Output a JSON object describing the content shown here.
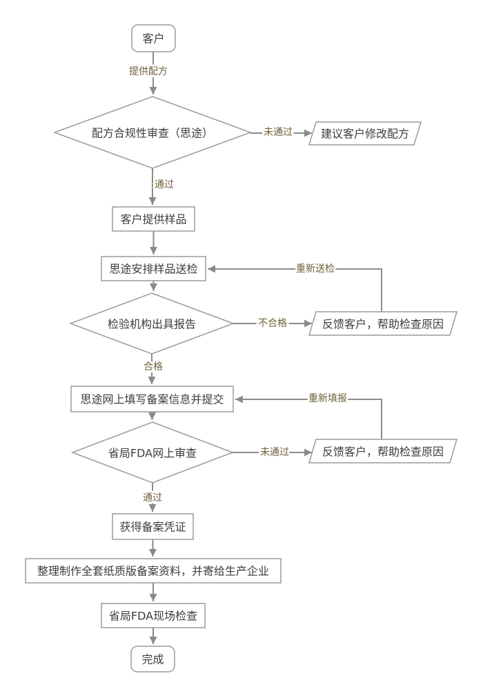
{
  "theme": {
    "background": "#ffffff",
    "shape_fill": "#ffffff",
    "shape_border": "#9a9a9a",
    "connector": "#8a8a8a",
    "node_text": "#3c3c3c",
    "edge_label_text": "#6f6039"
  },
  "flowchart": {
    "nodes": {
      "start": {
        "type": "terminator",
        "label": "客户"
      },
      "review": {
        "type": "decision",
        "label": "配方合规性审查（思途）"
      },
      "suggest": {
        "type": "io",
        "label": "建议客户修改配方"
      },
      "sample": {
        "type": "process",
        "label": "客户提供样品"
      },
      "send_inspect": {
        "type": "process",
        "label": "思途安排样品送检"
      },
      "report": {
        "type": "decision",
        "label": "检验机构出具报告"
      },
      "feedback1": {
        "type": "io",
        "label": "反馈客户，帮助检查原因"
      },
      "fill_online": {
        "type": "process",
        "label": "思途网上填写备案信息并提交"
      },
      "fda_review": {
        "type": "decision",
        "label": "省局FDA网上审查"
      },
      "feedback2": {
        "type": "io",
        "label": "反馈客户，帮助检查原因"
      },
      "certificate": {
        "type": "process",
        "label": "获得备案凭证"
      },
      "paperwork": {
        "type": "process",
        "label": "整理制作全套纸质版备案资料，并寄给生产企业"
      },
      "site_check": {
        "type": "process",
        "label": "省局FDA现场检查"
      },
      "end": {
        "type": "terminator",
        "label": "完成"
      }
    },
    "edge_labels": {
      "provide_formula": "提供配方",
      "not_passed_1": "未通过",
      "passed_1": "通过",
      "resend_inspection": "重新送检",
      "unqualified": "不合格",
      "qualified": "合格",
      "refill": "重新填报",
      "not_passed_2": "未通过",
      "passed_2": "通过"
    }
  }
}
